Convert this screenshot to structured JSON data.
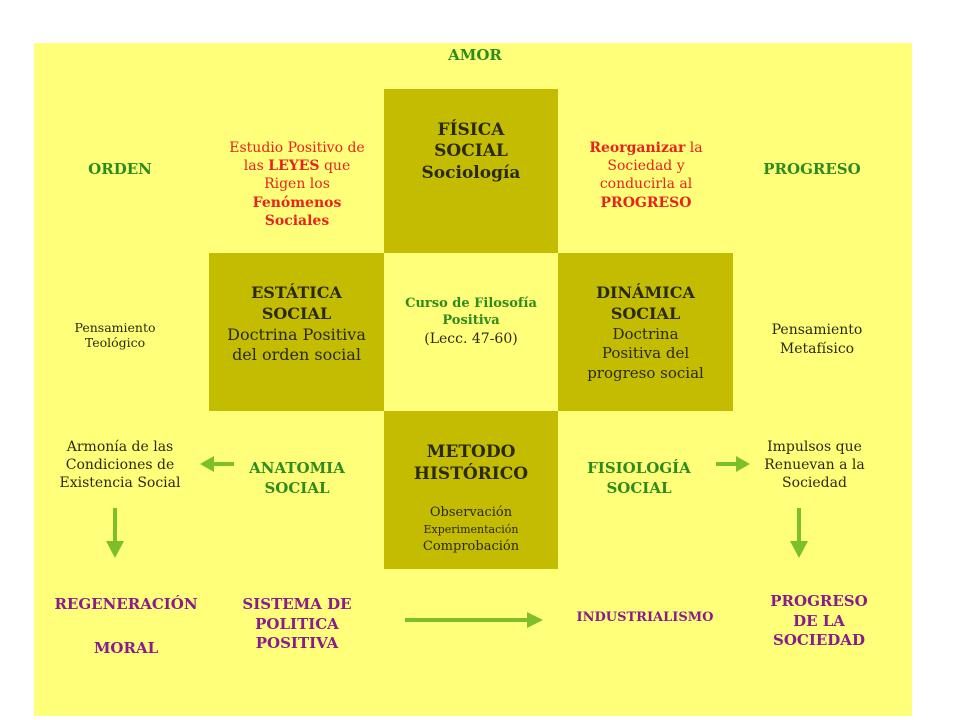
{
  "top": {
    "amor": "AMOR"
  },
  "sides": {
    "orden": "ORDEN",
    "progreso": "PROGRESO"
  },
  "fisica": {
    "line1": "FÍSICA",
    "line2": "SOCIAL",
    "line3": "Sociología"
  },
  "estudio": {
    "line1": "Estudio Positivo de",
    "line2a": "las ",
    "line2b": "LEYES",
    "line2c": " que",
    "line3": "Rigen los",
    "line4": "Fenómenos",
    "line5": "Sociales"
  },
  "reorganizar": {
    "line1a": "Reorganizar",
    "line1b": " la",
    "line2": "Sociedad y",
    "line3": "conducirla al",
    "line4": "PROGRESO"
  },
  "estatica": {
    "line1": "ESTÁTICA",
    "line2": "SOCIAL",
    "line3": "Doctrina Positiva",
    "line4": "del orden social"
  },
  "curso": {
    "line1": "Curso de Filosofía",
    "line2": "Positiva",
    "line3": "(Lecc. 47-60)"
  },
  "dinamica": {
    "line1": "DINÁMICA",
    "line2": "SOCIAL",
    "line3": "Doctrina",
    "line4": "Positiva del",
    "line5": "progreso social"
  },
  "pens_teo": {
    "line1": "Pensamiento",
    "line2": "Teológico"
  },
  "pens_met": {
    "line1": "Pensamiento",
    "line2": "Metafísico"
  },
  "metodo": {
    "line1": "METODO",
    "line2": "HISTÓRICO",
    "line3": "Observación",
    "line4": "Experimentación",
    "line5": "Comprobación"
  },
  "armonia": {
    "line1": "Armonía de las",
    "line2": "Condiciones de",
    "line3": "Existencia Social"
  },
  "anatomia": {
    "line1": "ANATOMIA",
    "line2": "SOCIAL"
  },
  "fisiologia": {
    "line1": "FISIOLOGÍA",
    "line2": "SOCIAL"
  },
  "impulsos": {
    "line1": "Impulsos que",
    "line2": "Renuevan a la",
    "line3": "Sociedad"
  },
  "bottom": {
    "regeneracion": "REGENERACIÓN",
    "moral": "MORAL",
    "sistema1": "SISTEMA DE",
    "sistema2": "POLITICA",
    "sistema3": "POSITIVA",
    "industrialismo": "INDUSTRIALISMO",
    "progreso1": "PROGRESO",
    "progreso2": "DE LA",
    "progreso3": "SOCIEDAD"
  },
  "colors": {
    "panel": "#ffff7a",
    "box": "#c4bc00",
    "green": "#2e8b1e",
    "red": "#e8231e",
    "purple": "#8b1b8b",
    "arrow": "#7dbf2a"
  }
}
